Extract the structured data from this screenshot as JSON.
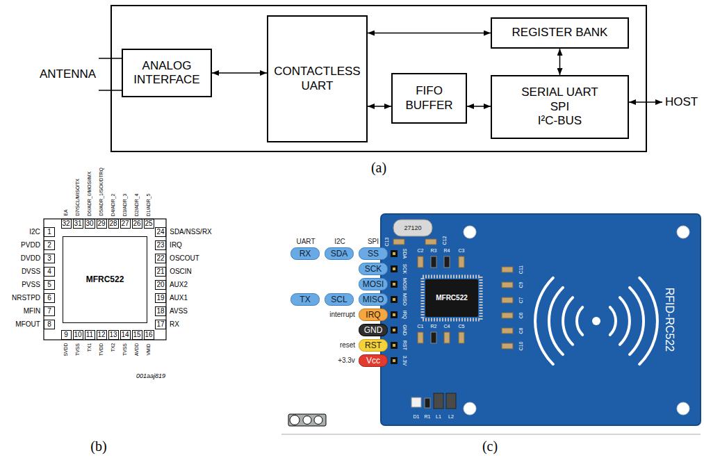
{
  "diagram": {
    "nodes": [
      {
        "text": [
          "ANALOG INTERFACE"
        ]
      },
      {
        "text": [
          "CONTACTLESS UART"
        ]
      },
      {
        "text": [
          "REGISTER BANK"
        ]
      },
      {
        "text": [
          "FIFO BUFFER"
        ]
      },
      {
        "text": [
          "SERIAL UART SPI I²C-BUS"
        ]
      },
      {
        "text": [
          "32"
        ]
      },
      {
        "text": [
          "31"
        ]
      },
      {
        "text": [
          "30"
        ]
      },
      {
        "text": [
          "29"
        ]
      },
      {
        "text": [
          "28"
        ]
      },
      {
        "text": [
          "27"
        ]
      },
      {
        "text": [
          "26"
        ]
      },
      {
        "text": [
          "25"
        ]
      },
      {
        "text": [
          "1"
        ]
      },
      {
        "text": [
          "2"
        ]
      },
      {
        "text": [
          "3"
        ]
      },
      {
        "text": [
          "4"
        ]
      },
      {
        "text": [
          "5"
        ]
      },
      {
        "text": [
          "6"
        ]
      },
      {
        "text": [
          "7"
        ]
      },
      {
        "text": [
          "8"
        ]
      },
      {
        "text": [
          "MFRC522"
        ]
      },
      {
        "text": [
          "24"
        ]
      },
      {
        "text": [
          "23"
        ]
      },
      {
        "text": [
          "22"
        ]
      },
      {
        "text": [
          "21"
        ]
      },
      {
        "text": [
          "20"
        ]
      },
      {
        "text": [
          "19"
        ]
      },
      {
        "text": [
          "18"
        ]
      },
      {
        "text": [
          "17"
        ]
      },
      {
        "text": [
          "9"
        ]
      },
      {
        "text": [
          "10"
        ]
      },
      {
        "text": [
          "11"
        ]
      },
      {
        "text": [
          "12"
        ]
      },
      {
        "text": [
          "13"
        ]
      },
      {
        "text": [
          "14"
        ]
      },
      {
        "text": [
          "15"
        ]
      },
      {
        "text": [
          "16"
        ]
      },
      {
        "text": [
          "RX"
        ]
      },
      {
        "text": [
          "SDA"
        ]
      },
      {
        "text": [
          "SS"
        ]
      },
      {
        "text": [
          "SCK"
        ]
      },
      {
        "text": [
          "MOSI"
        ]
      },
      {
        "text": [
          "TX"
        ]
      },
      {
        "text": [
          "SCL"
        ]
      },
      {
        "text": [
          "MISO"
        ]
      },
      {
        "text": [
          "IRQ"
        ]
      },
      {
        "text": [
          "GND"
        ]
      },
      {
        "text": [
          "RST"
        ]
      },
      {
        "text": [
          "Vcc"
        ]
      }
    ],
    "edges": [
      {
        "from": 0,
        "to": 1,
        "arrow": "both"
      },
      {
        "from": 1,
        "to": 2,
        "arrow": "both"
      },
      {
        "from": 1,
        "to": 3,
        "arrow": "both"
      },
      {
        "from": 3,
        "to": 4,
        "arrow": "both"
      },
      {
        "from": 2,
        "to": 4,
        "arrow": "both"
      }
    ],
    "labels": [
      "ANTENNA",
      "HOST",
      "(a)",
      "EA",
      "D7/SCL/MISO/TX",
      "D6/ADR_0/MOSI/MX",
      "D5/ADR_1/SCK/DTRQ",
      "D4/ADR_2",
      "D3/ADR_3",
      "D2/ADR_4",
      "D1/ADR_5",
      "I2C",
      "PVDD",
      "DVDD",
      "DVSS",
      "PVSS",
      "NRSTPD",
      "MFIN",
      "MFOUT",
      "SDA/NSS/RX",
      "IRQ",
      "OSCOUT",
      "OSCIN",
      "AUX2",
      "AUX1",
      "AVSS",
      "RX",
      "SVDD",
      "TVSS",
      "TX1",
      "TVDD",
      "TX2",
      "TVSS",
      "AVDD",
      "VMID",
      "001aaj819",
      "(b)",
      "UART",
      "I2C",
      "SPI",
      "interrupt",
      "reset",
      "+3.3v",
      "27120",
      "C13",
      "C12",
      "C2",
      "R3",
      "R4",
      "C3",
      "SDA",
      "SCK",
      "MOSI",
      "MISO",
      "IRQ",
      "GND",
      "RST",
      "3.3V",
      "MFRC522",
      "C1",
      "R2",
      "C4",
      "C5",
      "C11",
      "C9",
      "C7",
      "C6",
      "C8",
      "C10",
      "D1",
      "R1",
      "L1",
      "L2",
      "RFID-RC522",
      "(c)"
    ]
  }
}
